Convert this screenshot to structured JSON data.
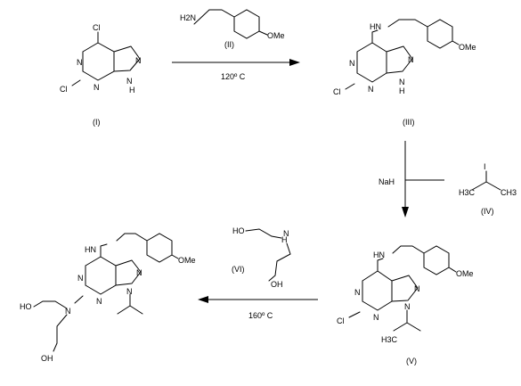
{
  "atoms": {
    "Cl": "Cl",
    "N": "N",
    "NH": "NH",
    "HN": "HN",
    "H": "H",
    "H2N": "H2N",
    "OMe": "OMe",
    "HO": "HO",
    "OH": "OH",
    "I": "I",
    "H3C": "H3C",
    "CH3": "CH3"
  },
  "compounds": {
    "c1": "(I)",
    "c2": "(II)",
    "c3": "(III)",
    "c4": "(IV)",
    "c5": "(V)",
    "c6": "(VI)"
  },
  "conditions": {
    "step1": "120º C",
    "step2": "NaH",
    "step3": "160º C"
  }
}
